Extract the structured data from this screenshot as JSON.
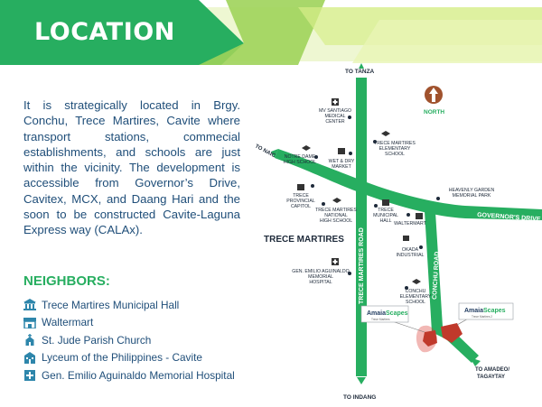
{
  "header": {
    "title": "LOCATION"
  },
  "description": "It is strategically located in Brgy. Conchu, Trece Martires, Cavite where transport stations, commecial establishments, and schools are just within the vicinity. The development is accessible from Governor’s Drive, Cavitex, MCX, and Daang Hari and the soon to be constructed Cavite-Laguna Express way (CALAx).",
  "neighbors": {
    "title": "NEIGHBORS:",
    "items": [
      {
        "label": "Trece Martires Municipal Hall",
        "icon": "building-icon"
      },
      {
        "label": "Waltermart",
        "icon": "store-icon"
      },
      {
        "label": "St. Jude Parish Church",
        "icon": "church-icon"
      },
      {
        "label": "Lyceum of the Philippines - Cavite",
        "icon": "school-icon"
      },
      {
        "label": "Gen. Emilio Aguinaldo Memorial Hospital",
        "icon": "hospital-icon"
      }
    ]
  },
  "map": {
    "directions": {
      "tanza": "TO TANZA",
      "naic": "TO NAIC",
      "indang": "TO INDANG",
      "amadeo_line1": "TO AMADEO/",
      "amadeo_line2": "TAGAYTAY",
      "north": "NORTH"
    },
    "roads": {
      "trece": "TRECE MARTIRES ROAD",
      "governors": "GOVERNOR'S DRIVE",
      "conchu": "CONCHU ROAD"
    },
    "city": "TRECE MARTIRES",
    "places": {
      "santiago": [
        "MV SANTIAGO",
        "MEDICAL",
        "CENTER"
      ],
      "trece_elem": [
        "TRECE MARTIRES",
        "ELEMENTARY",
        "SCHOOL"
      ],
      "notre_dame": [
        "NOTRE DAME",
        "HIGH SCHOOL"
      ],
      "wet_dry": [
        "WET & DRY",
        "MARKET"
      ],
      "heavenly": [
        "HEAVENLY GARDEN",
        "MEMORIAL PARK"
      ],
      "capitol": [
        "TRECE",
        "PROVINCIAL",
        "CAPITOL"
      ],
      "national_hs": [
        "TRECE MARTIRES",
        "NATIONAL",
        "HIGH SCHOOL"
      ],
      "municipal": [
        "TRECE",
        "MUNICIPAL",
        "HALL"
      ],
      "waltermart": [
        "WALTERMART"
      ],
      "okada": [
        "OKADA",
        "INDUSTRIAL"
      ],
      "hospital": [
        "GEN. EMILIO AGUINALDO",
        "MEMORIAL",
        "HOSPITAL"
      ],
      "conchu_elem": [
        "CONCHU",
        "ELEMENTARY",
        "SCHOOL"
      ]
    },
    "amaia1": {
      "brand1": "Amaia",
      "brand2": "Scapes",
      "sub": "Trece Martires"
    },
    "amaia2": {
      "brand1": "Amaia",
      "brand2": "Scapes",
      "sub": "Trece Martires 2"
    }
  },
  "colors": {
    "green": "#27ae60",
    "lime": "#c8e64a",
    "navy": "#1f4e79",
    "red": "#d9342b"
  }
}
